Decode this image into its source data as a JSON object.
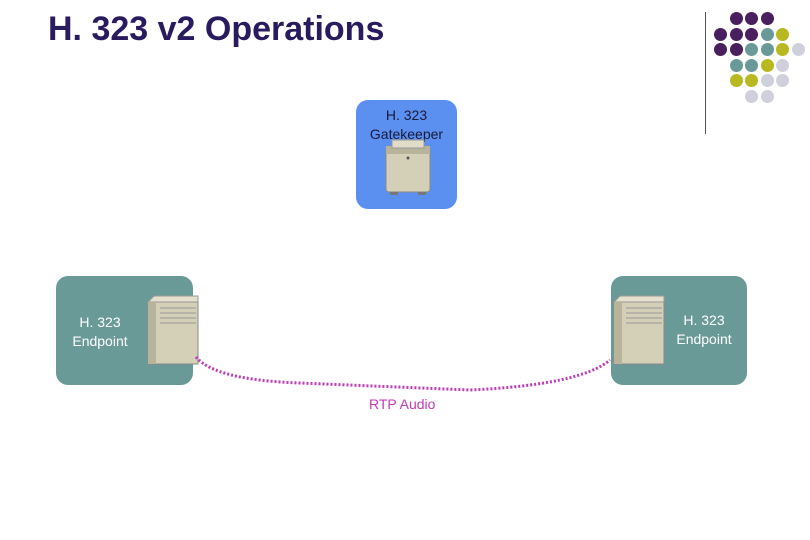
{
  "slide": {
    "title": "H. 323 v2 Operations"
  },
  "gatekeeper": {
    "label": "H. 323\nGatekeeper",
    "icon": "server-icon",
    "color": "#5b8ff0"
  },
  "endpoint_left": {
    "label": "H. 323\nEndpoint",
    "icon": "server-tower-icon",
    "color": "#6a9a98"
  },
  "endpoint_right": {
    "label": "H. 323\nEndpoint",
    "icon": "server-tower-icon",
    "color": "#6a9a98"
  },
  "link": {
    "label": "RTP Audio",
    "color": "#c03ab8"
  },
  "decor": {
    "dot_colors": [
      "#4a1f5e",
      "#6a9a98",
      "#b8b820",
      "#d0d0dc"
    ]
  }
}
